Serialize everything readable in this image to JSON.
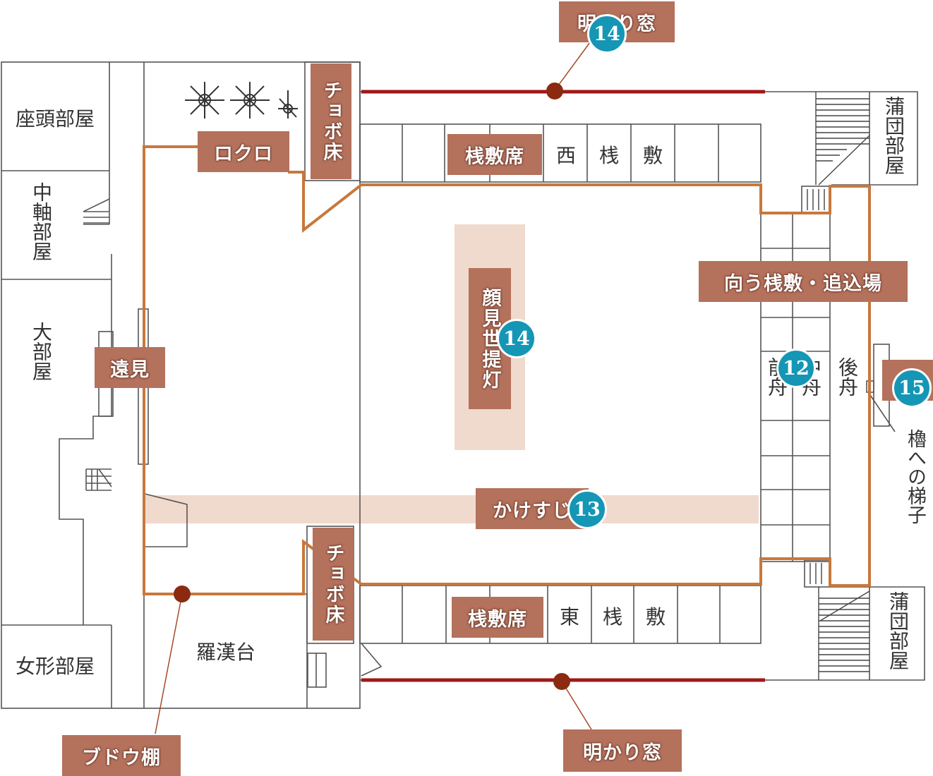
{
  "rooms": {
    "zato": "座頭部屋",
    "nakajiku": "中軸部屋",
    "oobeya": "大部屋",
    "onnagata": "女形部屋",
    "rakandai": "羅漢台",
    "futon_top": "蒲団部屋",
    "futon_bottom": "蒲団部屋",
    "nishi_sajiki": [
      "西",
      "桟",
      "敷"
    ],
    "higashi_sajiki": [
      "東",
      "桟",
      "敷"
    ],
    "zenbune": "前舟",
    "nakabune": "中舟",
    "atobune": "後舟",
    "yagura_ladder": "櫓への梯子"
  },
  "callouts": {
    "akari_top": "明かり窓",
    "akari_bottom": "明かり窓",
    "rokuro": "ロクロ",
    "choboyuka_top": "チョボ床",
    "choboyuka_bottom": "チョボ床",
    "sajikiseki_top": "桟敷席",
    "sajikiseki_bottom": "桟敷席",
    "kaomise": "顔見世提灯",
    "tomi": "遠見",
    "kakesuji": "かけすじ",
    "mukou": "向う桟敷・追込場",
    "budoudana": "ブドウ棚"
  },
  "badges": {
    "akari": "14",
    "kaomise": "14",
    "kakesuji": "13",
    "fune": "12",
    "yagura": "15"
  },
  "colors": {
    "callout_bg": "#b4715c",
    "badge_bg": "#1596b5",
    "stage_outline": "#c8783c",
    "window_line": "#a01818",
    "shade": "#f0dacd"
  }
}
